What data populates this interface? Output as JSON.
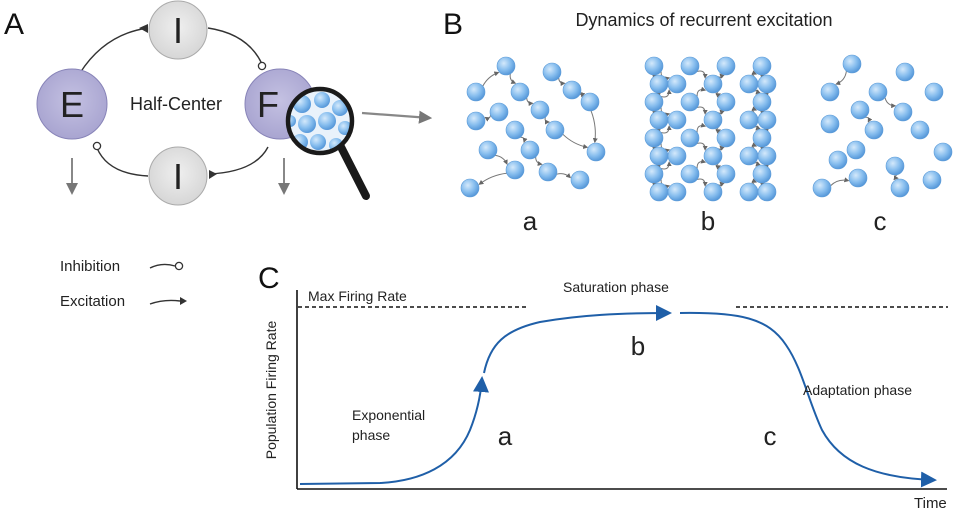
{
  "panels": {
    "a": "A",
    "b": "B",
    "c": "C"
  },
  "panel_a": {
    "nodes": {
      "e": "E",
      "f": "F",
      "i_top": "I",
      "i_bottom": "I"
    },
    "center_label": "Half-Center",
    "legend": {
      "inhibition": "Inhibition",
      "excitation": "Excitation"
    },
    "colors": {
      "excitatory_node": "#b3b0d6",
      "inhibitory_node": "#e3e3e3",
      "neuron": "#7fb6ea"
    }
  },
  "panel_b": {
    "title": "Dynamics of recurrent excitation",
    "network_labels": [
      "a",
      "b",
      "c"
    ]
  },
  "panel_c": {
    "ylabel": "Population Firing Rate",
    "xlabel": "Time",
    "max_rate_label": "Max Firing Rate",
    "phases": {
      "exponential_line1": "Exponential",
      "exponential_line2": "phase",
      "saturation": "Saturation phase",
      "adaptation": "Adaptation phase"
    },
    "phase_letters": [
      "a",
      "b",
      "c"
    ],
    "curve_color": "#1f5fa8"
  }
}
